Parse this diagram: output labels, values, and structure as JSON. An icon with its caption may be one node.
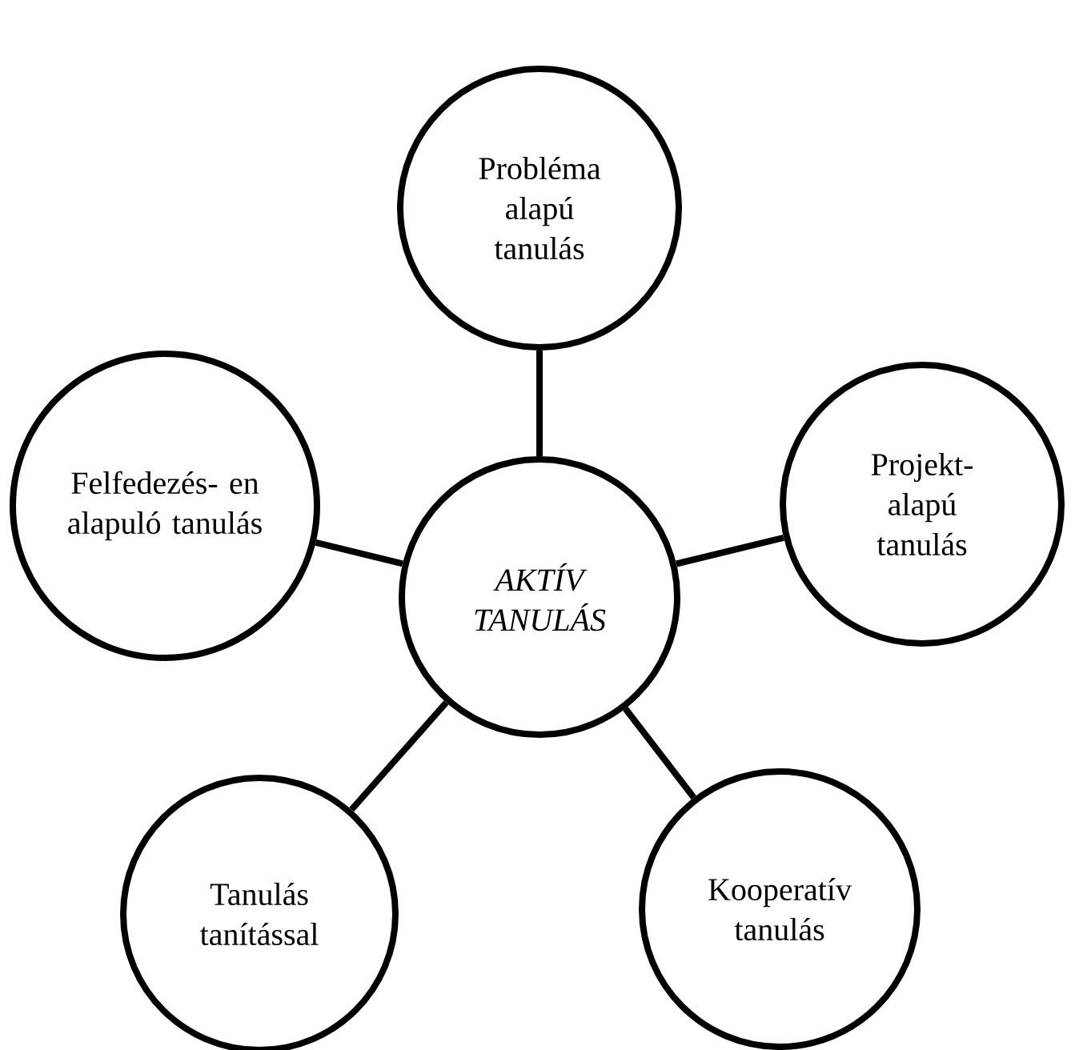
{
  "diagram": {
    "nodes": [
      {
        "text": [
          "Probléma alapú tanulás"
        ]
      },
      {
        "text": [
          "Felfedezés- en alapuló tanulás"
        ]
      },
      {
        "text": [
          "AKTÍV TANULÁS"
        ]
      },
      {
        "text": [
          "Projekt- alapú tanulás"
        ]
      },
      {
        "text": [
          "Tanulás tanítással"
        ]
      },
      {
        "text": [
          "Kooperatív tanulás"
        ]
      }
    ],
    "edges": [
      {
        "from": 2,
        "to": 0,
        "arrow": "none"
      },
      {
        "from": 2,
        "to": 1,
        "arrow": "none"
      },
      {
        "from": 2,
        "to": 3,
        "arrow": "none"
      },
      {
        "from": 2,
        "to": 4,
        "arrow": "none"
      },
      {
        "from": 2,
        "to": 5,
        "arrow": "none"
      }
    ]
  }
}
